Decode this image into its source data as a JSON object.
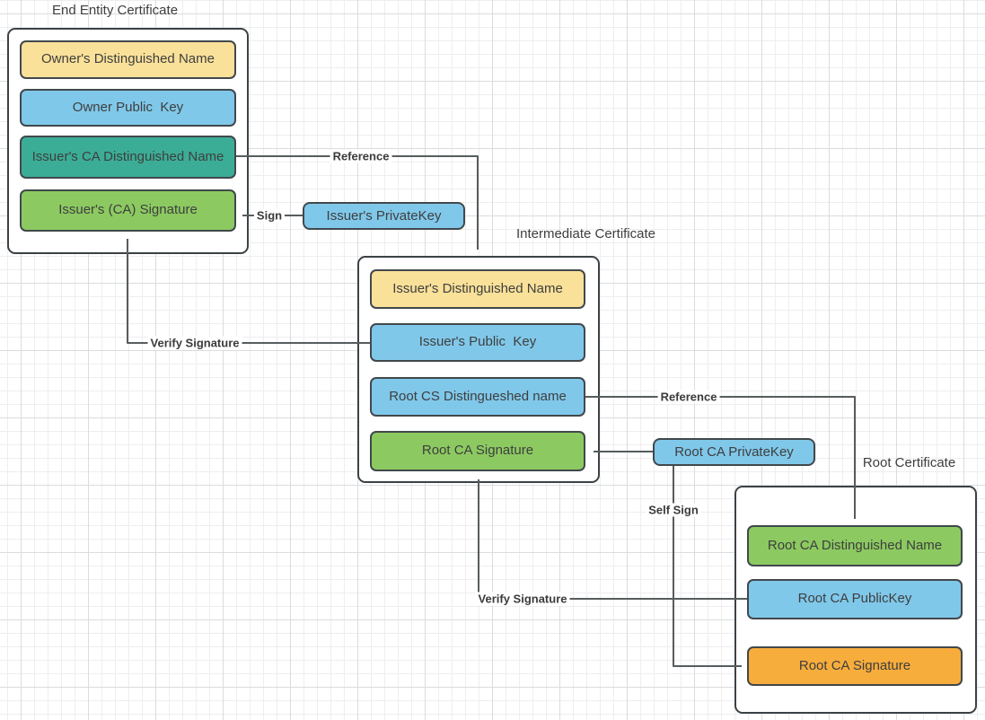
{
  "colors": {
    "yellow": "#fae199",
    "blue": "#80c8ea",
    "teal": "#3bad96",
    "green": "#8cca61",
    "orange": "#f7ad3c",
    "line": "#575c5e",
    "shape_border": "#41484b",
    "container_border": "#3b4245",
    "text": "#3e3e3e"
  },
  "certs": {
    "end_entity": {
      "title": "End Entity Certificate",
      "fields": [
        {
          "label": "Owner's Distinguished Name",
          "color": "yellow"
        },
        {
          "label": "Owner Public  Key",
          "color": "blue"
        },
        {
          "label": "Issuer's CA Distinguished Name",
          "color": "teal"
        },
        {
          "label": "Issuer's (CA) Signature",
          "color": "green"
        }
      ]
    },
    "intermediate": {
      "title": "Intermediate Certificate",
      "fields": [
        {
          "label": "Issuer's Distinguished Name",
          "color": "yellow"
        },
        {
          "label": "Issuer's Public  Key",
          "color": "blue"
        },
        {
          "label": "Root CS Distingueshed name",
          "color": "blue"
        },
        {
          "label": "Root CA Signature",
          "color": "green"
        }
      ]
    },
    "root": {
      "title": "Root Certificate",
      "fields": [
        {
          "label": "Root CA Distinguished Name",
          "color": "green"
        },
        {
          "label": "Root CA PublicKey",
          "color": "blue"
        },
        {
          "label": "Root CA Signature",
          "color": "orange"
        }
      ]
    }
  },
  "keys": {
    "issuer_private_key": {
      "label": "Issuer's PrivateKey",
      "color": "blue"
    },
    "root_private_key": {
      "label": "Root CA PrivateKey",
      "color": "blue"
    }
  },
  "connectors": {
    "reference_1": "Reference",
    "sign": "Sign",
    "verify_signature_1": "Verify Signature",
    "reference_2": "Reference",
    "self_sign": "Self Sign",
    "verify_signature_2": "Verify Signature"
  }
}
